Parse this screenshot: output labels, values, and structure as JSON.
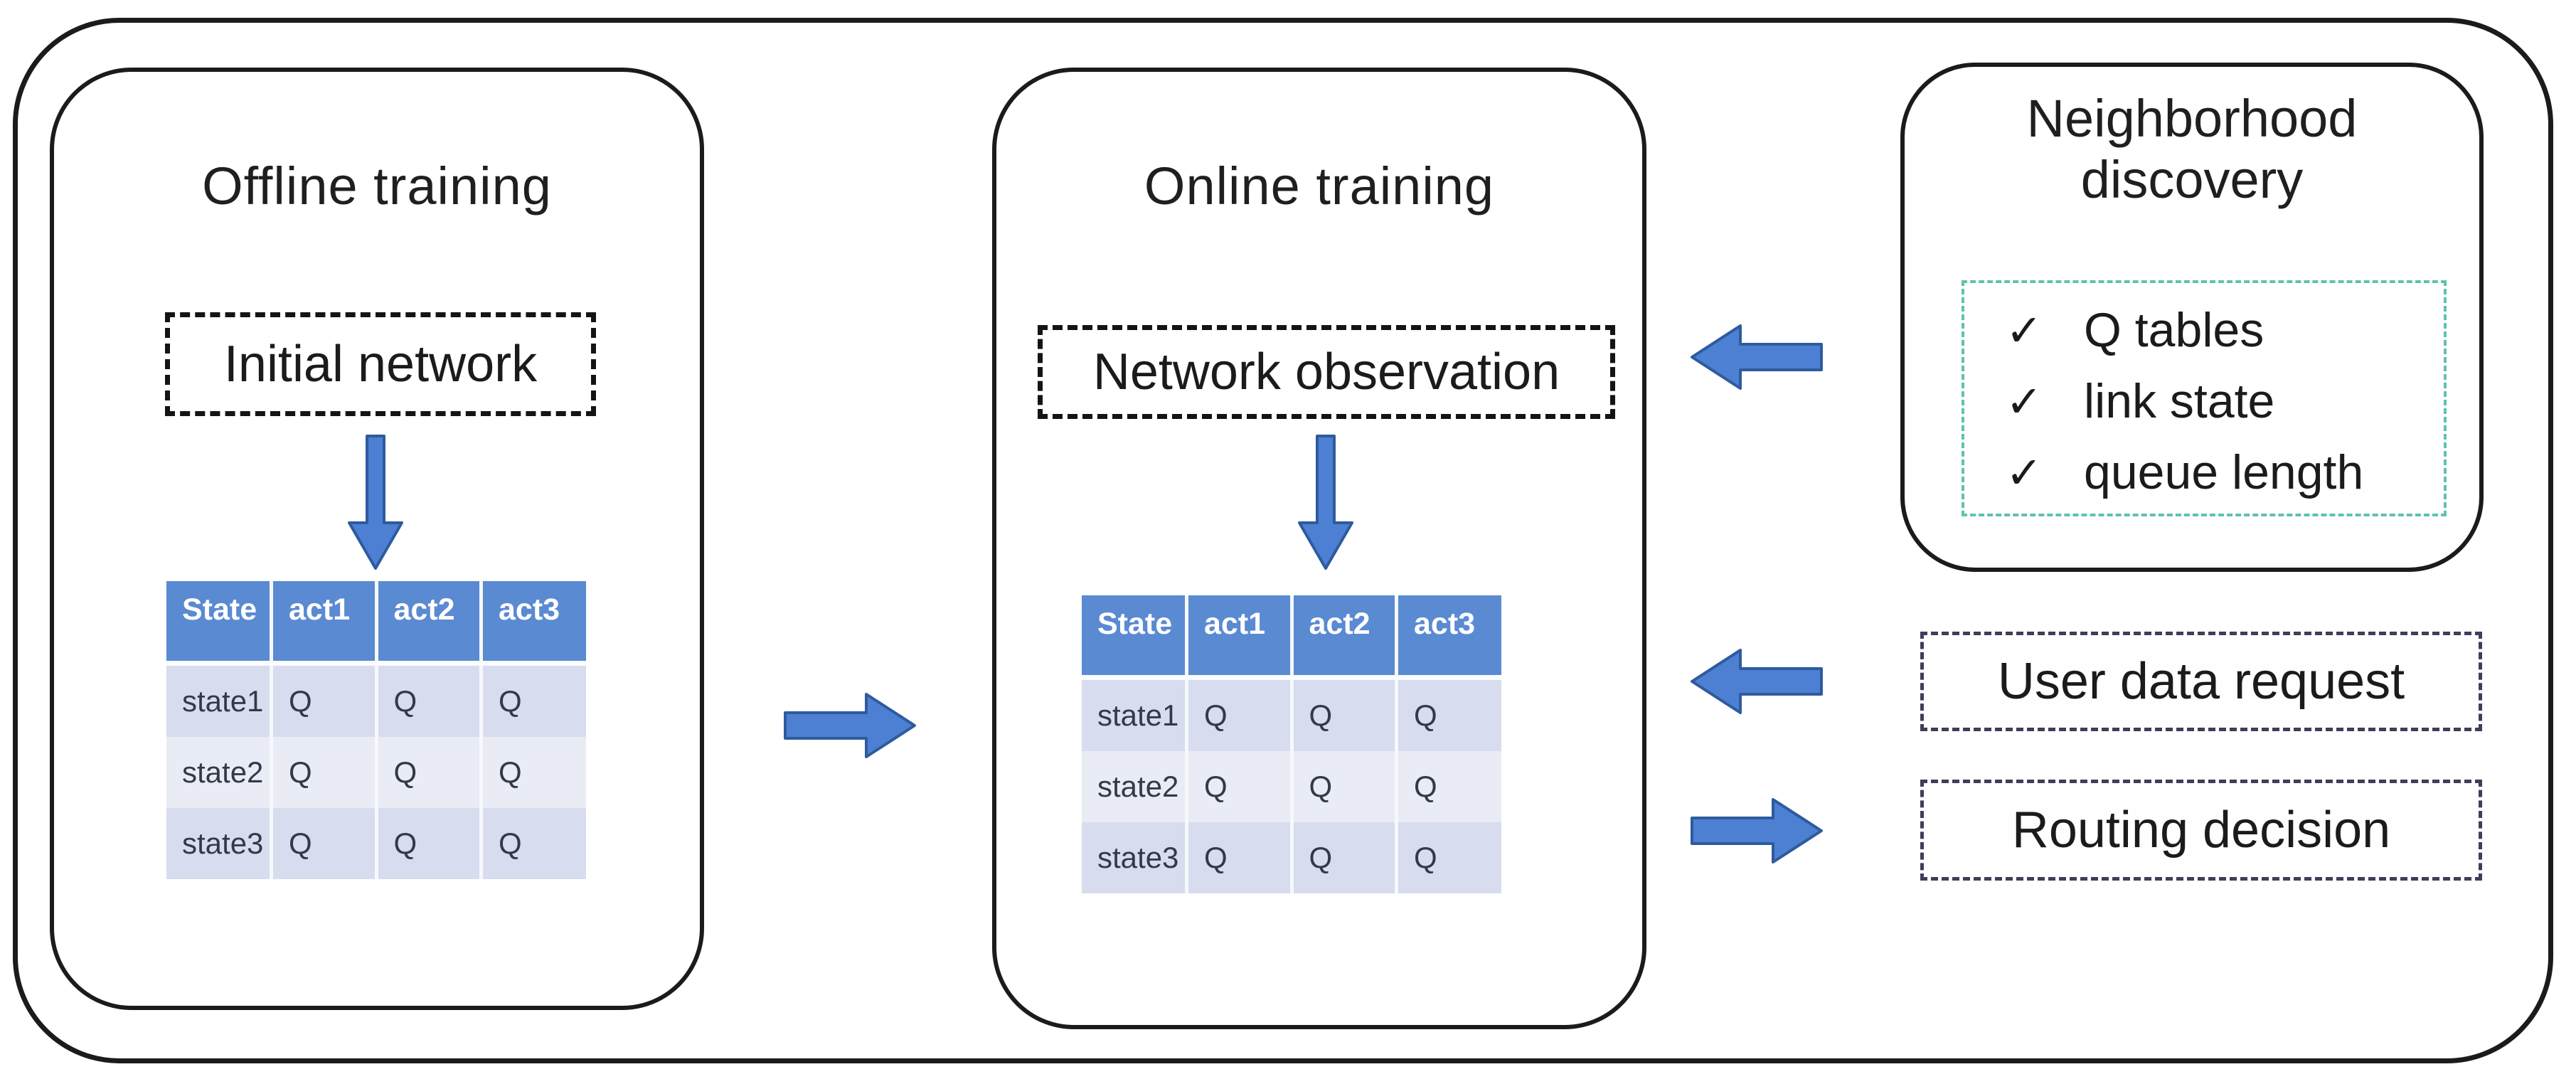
{
  "figure": {
    "offline": {
      "title": "Offline training",
      "input_label": "Initial network"
    },
    "online": {
      "title": "Online training",
      "input_label": "Network observation"
    },
    "neighborhood": {
      "title_line1": "Neighborhood",
      "title_line2": "discovery",
      "checkmark": "✓",
      "items": [
        "Q tables",
        "link state",
        "queue length"
      ]
    },
    "user_data_request_label": "User data request",
    "routing_decision_label": "Routing decision"
  },
  "qtable": {
    "headers": [
      "State",
      "act1",
      "act2",
      "act3"
    ],
    "rows": [
      [
        "state1",
        "Q",
        "Q",
        "Q"
      ],
      [
        "state2",
        "Q",
        "Q",
        "Q"
      ],
      [
        "state3",
        "Q",
        "Q",
        "Q"
      ]
    ]
  },
  "colors": {
    "arrow_fill": "#4D80D2",
    "arrow_stroke": "#2E5B9E",
    "table_header_bg": "#5A8AD2",
    "table_row_dark": "#D7DDEE",
    "table_row_light": "#E9ECF5",
    "teal_dash": "#5FC2AE",
    "navy_dash": "#3E3E5A",
    "frame_black": "#1B1B1B"
  }
}
